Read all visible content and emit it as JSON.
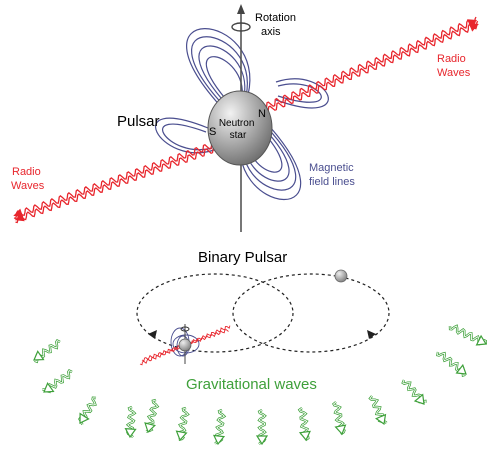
{
  "pulsar": {
    "title": "Pulsar",
    "rotation_axis_label": [
      "Rotation",
      "axis"
    ],
    "radio_waves_label": [
      "Radio",
      "Waves"
    ],
    "magnetic_label": [
      "Magnetic",
      "field lines"
    ],
    "star_label": [
      "Neutron",
      "star"
    ],
    "north_pole": "N",
    "south_pole": "S"
  },
  "binary": {
    "title": "Binary Pulsar",
    "waves_label": "Gravitational waves"
  },
  "colors": {
    "radio": "#e8262d",
    "field": "#4a4e8f",
    "gravity": "#3ea03a",
    "star": "#9e9e9e"
  }
}
